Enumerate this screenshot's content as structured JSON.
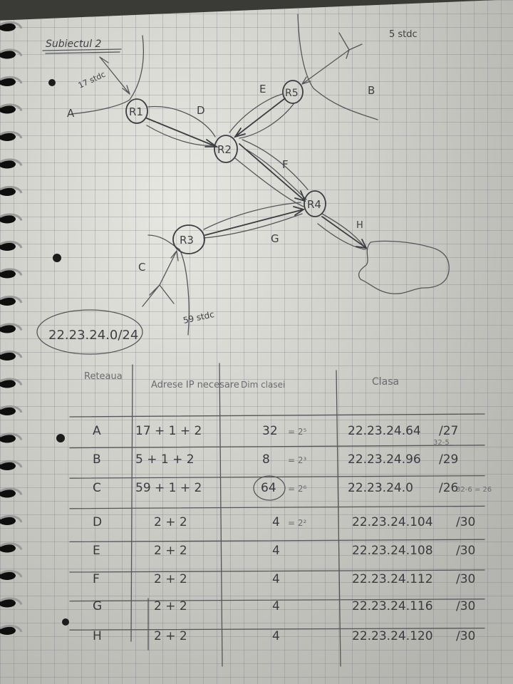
{
  "sheet": {
    "title": "Subiectul 2",
    "base_network": "22.23.24.0/24"
  },
  "diagram": {
    "routers": [
      {
        "id": "r1",
        "label": "R1"
      },
      {
        "id": "r2",
        "label": "R2"
      },
      {
        "id": "r3",
        "label": "R3"
      },
      {
        "id": "r4",
        "label": "R4"
      },
      {
        "id": "r5",
        "label": "R5"
      }
    ],
    "network_labels": {
      "A": "A",
      "B": "B",
      "C": "C",
      "D": "D",
      "E": "E",
      "F": "F",
      "G": "G",
      "H": "H"
    },
    "host_notes": {
      "a_hosts": "17 stdc",
      "b_hosts": "5 stdc",
      "c_hosts": "59 stdc"
    }
  },
  "table": {
    "headers": {
      "network": "Reteaua",
      "required_ips": "Adrese IP necesare",
      "class_size": "Dim clasei",
      "class": "Clasa"
    },
    "rows": [
      {
        "network": "A",
        "required": "17 + 1 + 2",
        "size": "32",
        "power": "= 2⁵",
        "address": "22.23.24.64",
        "prefix": "/27",
        "note": "32-5"
      },
      {
        "network": "B",
        "required": "5 + 1 + 2",
        "size": "8",
        "power": "= 2³",
        "address": "22.23.24.96",
        "prefix": "/29",
        "note": ""
      },
      {
        "network": "C",
        "required": "59 + 1 + 2",
        "size": "64",
        "power": "= 2⁶",
        "address": "22.23.24.0",
        "prefix": "/26",
        "note": "32-6 = 26"
      },
      {
        "network": "D",
        "required": "2 + 2",
        "size": "4",
        "power": "= 2²",
        "address": "22.23.24.104",
        "prefix": "/30",
        "note": ""
      },
      {
        "network": "E",
        "required": "2 + 2",
        "size": "4",
        "power": "",
        "address": "22.23.24.108",
        "prefix": "/30",
        "note": ""
      },
      {
        "network": "F",
        "required": "2 + 2",
        "size": "4",
        "power": "",
        "address": "22.23.24.112",
        "prefix": "/30",
        "note": ""
      },
      {
        "network": "G",
        "required": "2 + 2",
        "size": "4",
        "power": "",
        "address": "22.23.24.116",
        "prefix": "/30",
        "note": ""
      },
      {
        "network": "H",
        "required": "2 + 2",
        "size": "4",
        "power": "",
        "address": "22.23.24.120",
        "prefix": "/30",
        "note": ""
      }
    ]
  }
}
